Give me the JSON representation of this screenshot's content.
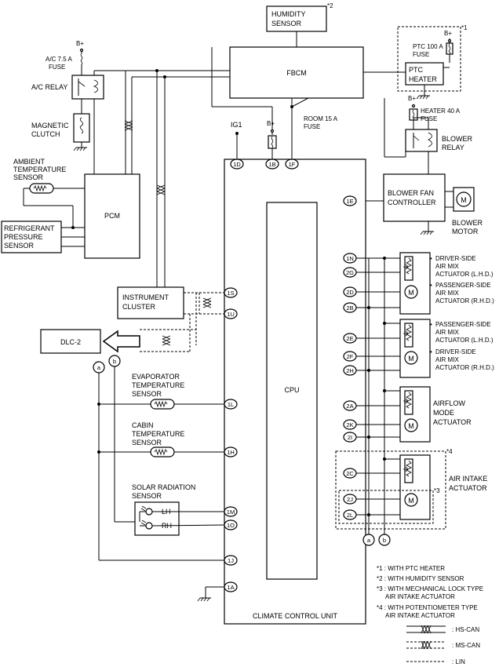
{
  "components": {
    "humidity_sensor": [
      "HUMIDITY",
      "SENSOR"
    ],
    "fbcm": "FBCM",
    "ptc_heater": [
      "PTC",
      "HEATER"
    ],
    "ptc_fuse": [
      "PTC 100 A",
      "FUSE"
    ],
    "ac_fuse": [
      "A/C 7.5 A",
      "FUSE"
    ],
    "ac_relay": "A/C RELAY",
    "magnetic_clutch": [
      "MAGNETIC",
      "CLUTCH"
    ],
    "ambient_sensor": [
      "AMBIENT",
      "TEMPERATURE",
      "SENSOR"
    ],
    "pcm": "PCM",
    "refrigerant_sensor": [
      "REFRIGERANT",
      "PRESSURE",
      "SENSOR"
    ],
    "ig1": "IG1",
    "room_fuse": [
      "ROOM 15 A",
      "FUSE"
    ],
    "heater_fuse": [
      "HEATER 40 A",
      "FUSE"
    ],
    "blower_relay": [
      "BLOWER",
      "RELAY"
    ],
    "blower_fan_controller": [
      "BLOWER FAN",
      "CONTROLLER"
    ],
    "blower_motor": [
      "BLOWER",
      "MOTOR"
    ],
    "instrument_cluster": [
      "INSTRUMENT",
      "CLUSTER"
    ],
    "dlc2": "DLC-2",
    "cpu": "CPU",
    "climate_control_unit": "CLIMATE CONTROL UNIT",
    "evaporator_sensor": [
      "EVAPORATOR",
      "TEMPERATURE",
      "SENSOR"
    ],
    "cabin_sensor": [
      "CABIN",
      "TEMPERATURE",
      "SENSOR"
    ],
    "solar_sensor": [
      "SOLAR RADIATION",
      "SENSOR"
    ],
    "lh": "LH",
    "rh": "RH",
    "driver_airmix_lhd": [
      "DRIVER-SIDE",
      "AIR MIX",
      "ACTUATOR (L.H.D.)"
    ],
    "pass_airmix_rhd": [
      "PASSENGER-SIDE",
      "AIR MIX",
      "ACTUATOR (R.H.D.)"
    ],
    "pass_airmix_lhd": [
      "PASSENGER-SIDE",
      "AIR MIX",
      "ACTUATOR (L.H.D.)"
    ],
    "driver_airmix_rhd": [
      "DRIVER-SIDE",
      "AIR MIX",
      "ACTUATOR (R.H.D.)"
    ],
    "airflow_actuator": [
      "AIRFLOW",
      "MODE",
      "ACTUATOR"
    ],
    "air_intake_actuator": [
      "AIR INTAKE",
      "ACTUATOR"
    ],
    "bplus": "B+",
    "motor_symbol": "M",
    "note_ref_a": "a",
    "note_ref_b": "b",
    "star1": "*1",
    "star2": "*2",
    "star3": "*3",
    "star4": "*4",
    "bullet": "•"
  },
  "pins": {
    "p1D": "1D",
    "p1B": "1B",
    "p1F": "1F",
    "p1E": "1E",
    "p1S": "1S",
    "p1U": "1U",
    "p1L": "1L",
    "p1H": "1H",
    "p1M": "1M",
    "p1O": "1O",
    "p1J": "1J",
    "p1A": "1A",
    "p1N": "1N",
    "p2G": "2G",
    "p2D": "2D",
    "p2B": "2B",
    "p2E": "2E",
    "p2F": "2F",
    "p2H": "2H",
    "p2A": "2A",
    "p2K": "2K",
    "p2I": "2I",
    "p2C": "2C",
    "p2J": "2J",
    "p2L": "2L"
  },
  "notes": [
    "*1 : WITH PTC HEATER",
    "*2 : WITH HUMIDITY SENSOR",
    "*3 : WITH MECHANICAL LOCK TYPE",
    "AIR INTAKE ACTUATOR",
    "*4 : WITH POTENTIOMETER TYPE",
    "AIR INTAKE ACTUATOR"
  ],
  "legend": {
    "hs_can": ": HS-CAN",
    "ms_can": ": MS-CAN",
    "lin": ": LIN"
  }
}
